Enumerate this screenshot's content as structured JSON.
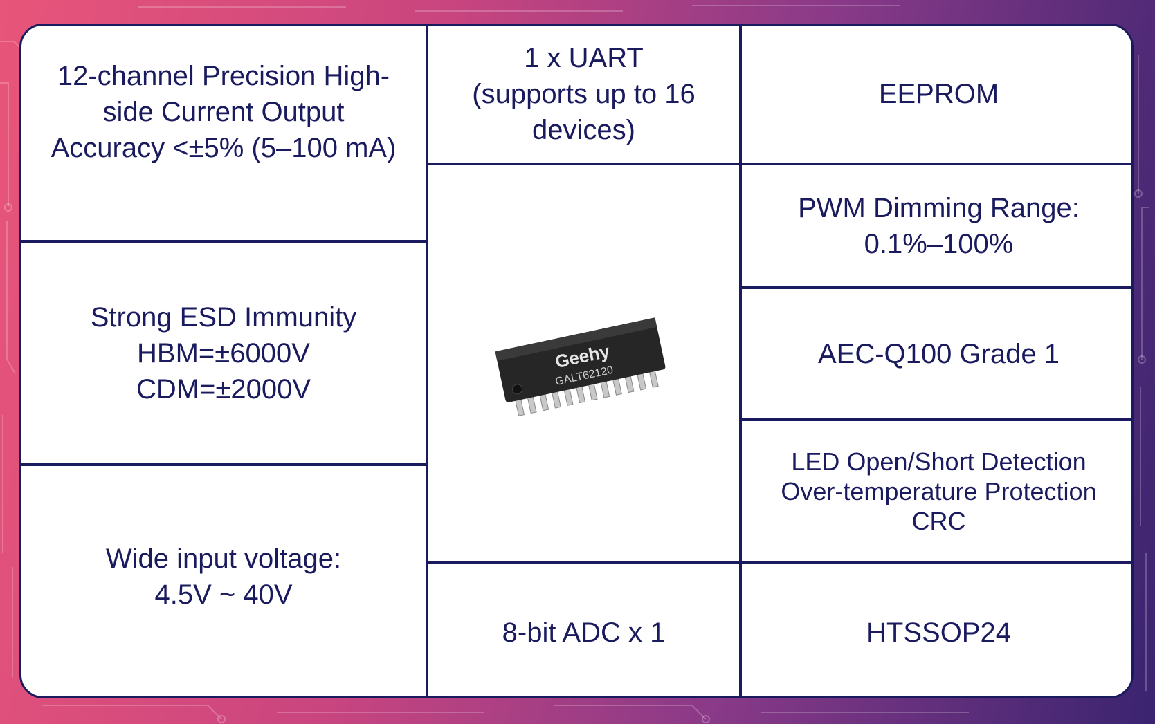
{
  "left": {
    "current_output": [
      "12-channel Precision High-",
      "side Current Output",
      "Accuracy <±5% (5–100 mA)"
    ],
    "esd": [
      "Strong ESD Immunity",
      "HBM=±6000V",
      "CDM=±2000V"
    ],
    "voltage": [
      "Wide input voltage:",
      "4.5V ~ 40V"
    ]
  },
  "middle": {
    "uart": [
      "1 x UART",
      "(supports up to 16",
      "devices)"
    ],
    "adc": [
      "8-bit ADC x 1"
    ],
    "chip": {
      "brand": "Geehy",
      "model": "GALT62120"
    }
  },
  "right": {
    "eeprom": [
      "EEPROM"
    ],
    "pwm": [
      "PWM Dimming Range:",
      "0.1%–100%"
    ],
    "aec": [
      "AEC-Q100 Grade 1"
    ],
    "protection": [
      "LED Open/Short Detection",
      "Over-temperature Protection",
      "CRC"
    ],
    "package": [
      "HTSSOP24"
    ]
  },
  "colors": {
    "text": "#1a1a5e",
    "border": "#1a1a5e",
    "chip": "#2a2a2a"
  }
}
